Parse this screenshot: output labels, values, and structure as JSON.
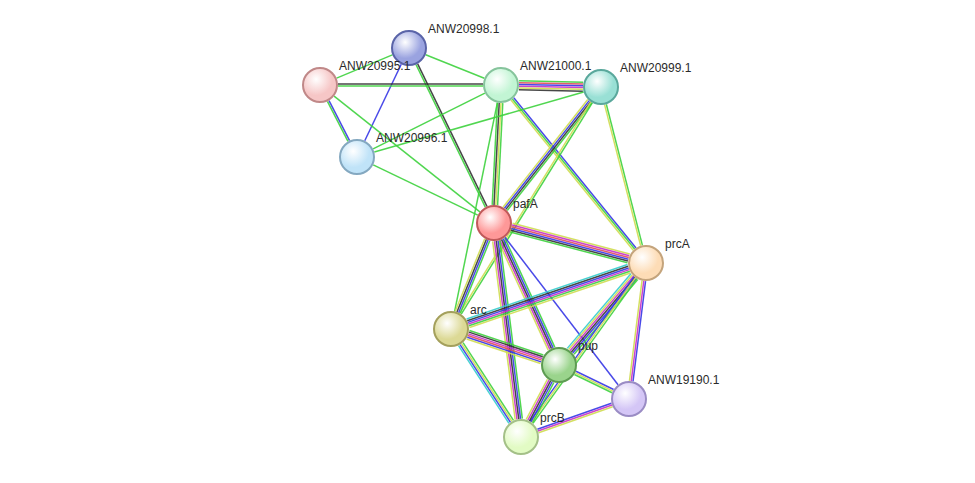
{
  "diagram": {
    "nodes": [
      {
        "text": [
          "ANW20998.1"
        ]
      },
      {
        "text": [
          "ANW20995.1"
        ]
      },
      {
        "text": [
          "ANW21000.1"
        ]
      },
      {
        "text": [
          "ANW20999.1"
        ]
      },
      {
        "text": [
          "ANW20996.1"
        ]
      },
      {
        "text": [
          "pafA"
        ]
      },
      {
        "text": [
          "prcA"
        ]
      },
      {
        "text": [
          "arc"
        ]
      },
      {
        "text": [
          "pup"
        ]
      },
      {
        "text": [
          "ANW19190.1"
        ]
      },
      {
        "text": [
          "prcB"
        ]
      }
    ],
    "edges": [
      {
        "from": 0,
        "to": 1,
        "arrow": "none"
      },
      {
        "from": 0,
        "to": 2,
        "arrow": "none"
      },
      {
        "from": 0,
        "to": 4,
        "arrow": "none"
      },
      {
        "from": 0,
        "to": 5,
        "arrow": "none"
      },
      {
        "from": 1,
        "to": 2,
        "arrow": "none"
      },
      {
        "from": 1,
        "to": 4,
        "arrow": "none"
      },
      {
        "from": 1,
        "to": 5,
        "arrow": "none"
      },
      {
        "from": 2,
        "to": 3,
        "arrow": "none"
      },
      {
        "from": 2,
        "to": 4,
        "arrow": "none"
      },
      {
        "from": 2,
        "to": 5,
        "arrow": "none"
      },
      {
        "from": 2,
        "to": 6,
        "arrow": "none"
      },
      {
        "from": 2,
        "to": 7,
        "arrow": "none"
      },
      {
        "from": 3,
        "to": 4,
        "arrow": "none"
      },
      {
        "from": 3,
        "to": 5,
        "arrow": "none"
      },
      {
        "from": 3,
        "to": 7,
        "arrow": "none"
      },
      {
        "from": 3,
        "to": 6,
        "arrow": "none"
      },
      {
        "from": 4,
        "to": 5,
        "arrow": "none"
      },
      {
        "from": 5,
        "to": 6,
        "arrow": "none"
      },
      {
        "from": 5,
        "to": 7,
        "arrow": "none"
      },
      {
        "from": 5,
        "to": 8,
        "arrow": "none"
      },
      {
        "from": 5,
        "to": 10,
        "arrow": "none"
      },
      {
        "from": 5,
        "to": 9,
        "arrow": "none"
      },
      {
        "from": 6,
        "to": 7,
        "arrow": "none"
      },
      {
        "from": 6,
        "to": 8,
        "arrow": "none"
      },
      {
        "from": 6,
        "to": 10,
        "arrow": "none"
      },
      {
        "from": 6,
        "to": 9,
        "arrow": "none"
      },
      {
        "from": 7,
        "to": 8,
        "arrow": "none"
      },
      {
        "from": 7,
        "to": 10,
        "arrow": "none"
      },
      {
        "from": 8,
        "to": 10,
        "arrow": "none"
      },
      {
        "from": 8,
        "to": 9,
        "arrow": "none"
      },
      {
        "from": 10,
        "to": 9,
        "arrow": "none"
      }
    ]
  }
}
